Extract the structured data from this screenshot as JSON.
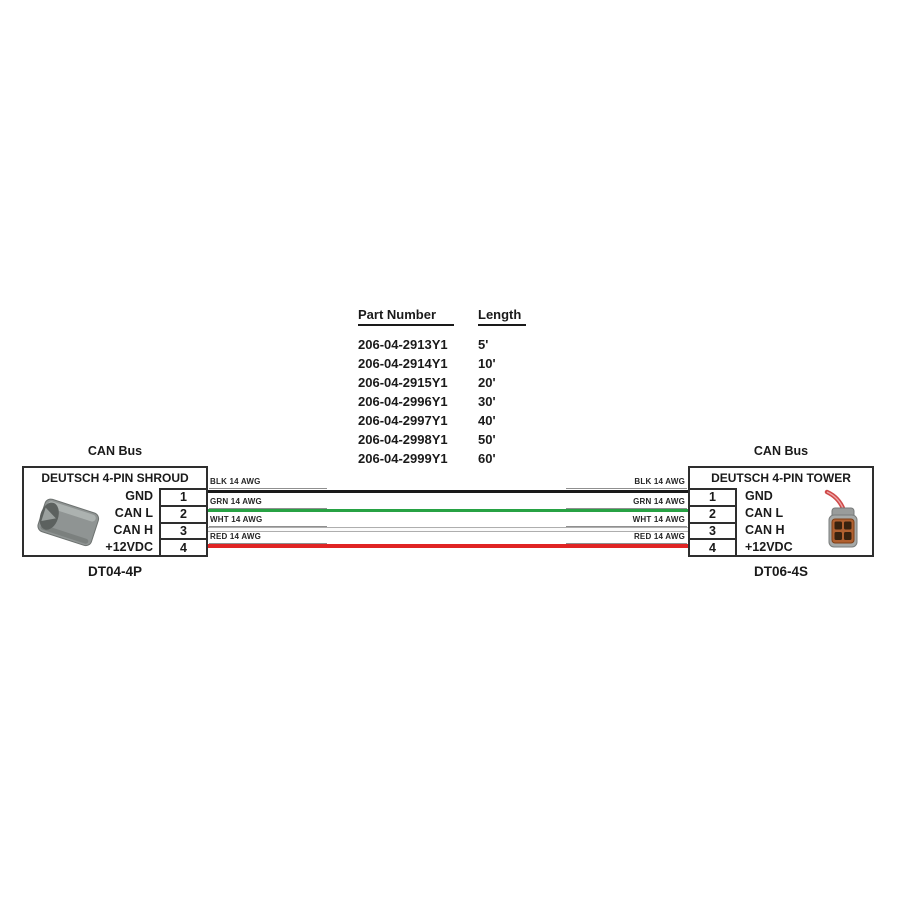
{
  "parts_table": {
    "headers": [
      "Part Number",
      "Length"
    ],
    "rows": [
      {
        "part": "206-04-2913Y1",
        "length": "5'"
      },
      {
        "part": "206-04-2914Y1",
        "length": "10'"
      },
      {
        "part": "206-04-2915Y1",
        "length": "20'"
      },
      {
        "part": "206-04-2996Y1",
        "length": "30'"
      },
      {
        "part": "206-04-2997Y1",
        "length": "40'"
      },
      {
        "part": "206-04-2998Y1",
        "length": "50'"
      },
      {
        "part": "206-04-2999Y1",
        "length": "60'"
      }
    ]
  },
  "diagram": {
    "left_connector": {
      "bus_label": "CAN Bus",
      "title": "DEUTSCH 4-PIN SHROUD",
      "part_name": "DT04-4P",
      "photo_icon": "deutsch-shroud-connector-photo",
      "pins": [
        {
          "number": "1",
          "signal": "GND"
        },
        {
          "number": "2",
          "signal": "CAN L"
        },
        {
          "number": "3",
          "signal": "CAN H"
        },
        {
          "number": "4",
          "signal": "+12VDC"
        }
      ]
    },
    "right_connector": {
      "bus_label": "CAN Bus",
      "title": "DEUTSCH 4-PIN TOWER",
      "part_name": "DT06-4S",
      "photo_icon": "deutsch-tower-connector-photo",
      "pins": [
        {
          "number": "1",
          "signal": "GND"
        },
        {
          "number": "2",
          "signal": "CAN L"
        },
        {
          "number": "3",
          "signal": "CAN H"
        },
        {
          "number": "4",
          "signal": "+12VDC"
        }
      ]
    },
    "wires": [
      {
        "label": "BLK 14 AWG",
        "fill": "#1a1a1a"
      },
      {
        "label": "GRN 14 AWG",
        "fill": "#27a244"
      },
      {
        "label": "WHT 14 AWG",
        "fill": "#fbfbfb"
      },
      {
        "label": "RED 14 AWG",
        "fill": "#e02424"
      }
    ]
  }
}
